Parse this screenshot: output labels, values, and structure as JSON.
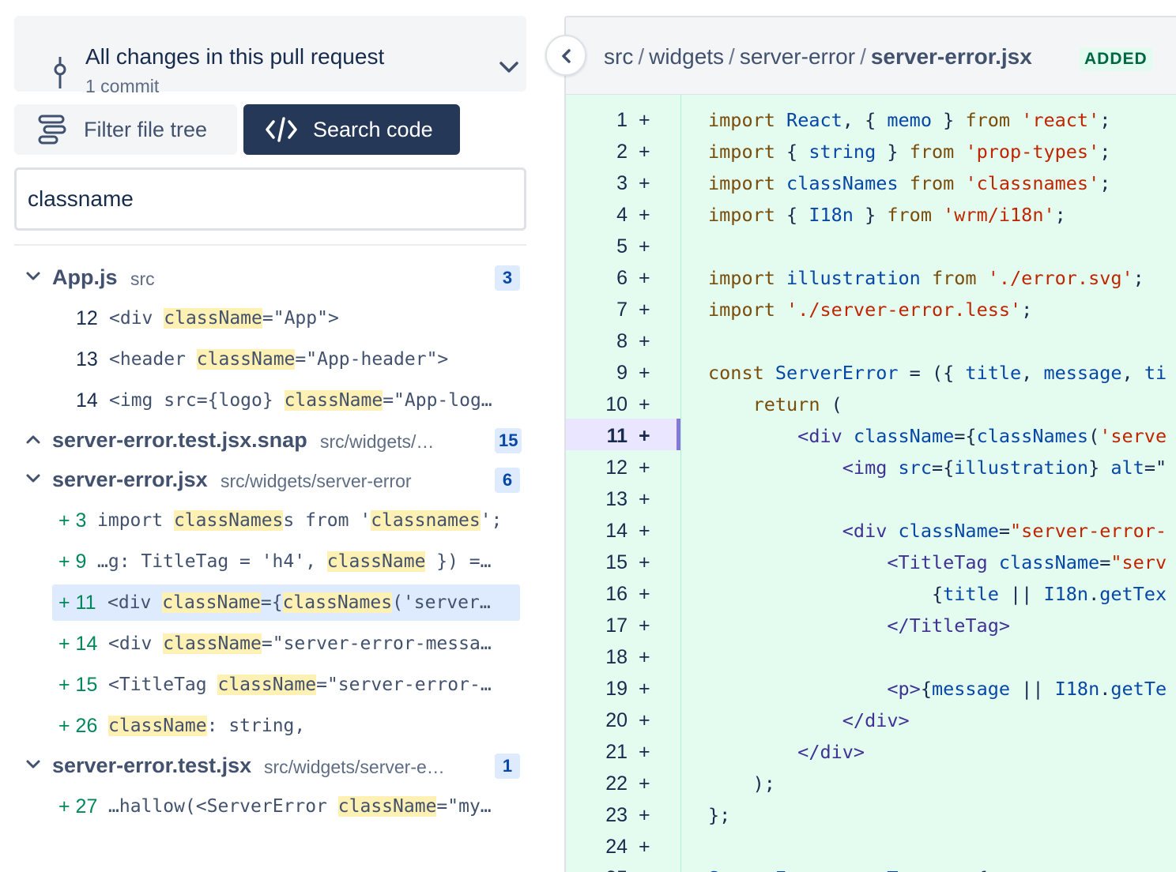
{
  "scope": {
    "title": "All changes in this pull request",
    "subtitle": "1 commit"
  },
  "toolbar": {
    "filter_label": "Filter file tree",
    "search_label": "Search code"
  },
  "search": {
    "value": "classname"
  },
  "results": [
    {
      "name": "App.js",
      "path": "src",
      "count": "3",
      "expanded": true,
      "matches": [
        {
          "ln": "12",
          "added": false,
          "code": [
            [
              "<div ",
              ""
            ],
            [
              "className",
              "hl"
            ],
            [
              "=\"App\">",
              ""
            ]
          ]
        },
        {
          "ln": "13",
          "added": false,
          "code": [
            [
              "<header ",
              ""
            ],
            [
              "className",
              "hl"
            ],
            [
              "=\"App-header\">",
              ""
            ]
          ]
        },
        {
          "ln": "14",
          "added": false,
          "code": [
            [
              "<img src={logo} ",
              ""
            ],
            [
              "className",
              "hl"
            ],
            [
              "=\"App-log…",
              ""
            ]
          ]
        }
      ]
    },
    {
      "name": "server-error.test.jsx.snap",
      "path": "src/widgets/…",
      "count": "15",
      "expanded": false,
      "matches": []
    },
    {
      "name": "server-error.jsx",
      "path": "src/widgets/server-error",
      "count": "6",
      "expanded": true,
      "matches": [
        {
          "ln": "3",
          "added": true,
          "code": [
            [
              "import ",
              ""
            ],
            [
              "classNames",
              "hl"
            ],
            [
              "s from '",
              ""
            ],
            [
              "classnames",
              "hl"
            ],
            [
              "';",
              ""
            ]
          ]
        },
        {
          "ln": "9",
          "added": true,
          "code": [
            [
              "…g: TitleTag = 'h4', ",
              ""
            ],
            [
              "className",
              "hl"
            ],
            [
              " }) =…",
              ""
            ]
          ]
        },
        {
          "ln": "11",
          "added": true,
          "active": true,
          "code": [
            [
              "<div ",
              ""
            ],
            [
              "className",
              "hl"
            ],
            [
              "={",
              ""
            ],
            [
              "classNames",
              "hl"
            ],
            [
              "('server…",
              ""
            ]
          ]
        },
        {
          "ln": "14",
          "added": true,
          "code": [
            [
              "<div ",
              ""
            ],
            [
              "className",
              "hl"
            ],
            [
              "=\"server-error-messa…",
              ""
            ]
          ]
        },
        {
          "ln": "15",
          "added": true,
          "code": [
            [
              "<TitleTag ",
              ""
            ],
            [
              "className",
              "hl"
            ],
            [
              "=\"server-error-…",
              ""
            ]
          ]
        },
        {
          "ln": "26",
          "added": true,
          "code": [
            [
              "className",
              "hl"
            ],
            [
              ": string,",
              ""
            ]
          ]
        }
      ]
    },
    {
      "name": "server-error.test.jsx",
      "path": "src/widgets/server-e…",
      "count": "1",
      "expanded": true,
      "matches": [
        {
          "ln": "27",
          "added": true,
          "code": [
            [
              "…hallow(<ServerError ",
              ""
            ],
            [
              "className",
              "hl"
            ],
            [
              "=\"my…",
              ""
            ]
          ]
        }
      ]
    }
  ],
  "diff": {
    "breadcrumb": [
      "src",
      "widgets",
      "server-error"
    ],
    "file": "server-error.jsx",
    "status": "ADDED",
    "active_line": 11,
    "lines": [
      [
        [
          "import ",
          "kw"
        ],
        [
          "React",
          "id"
        ],
        [
          ", { ",
          ""
        ],
        [
          "memo",
          "id"
        ],
        [
          " } ",
          ""
        ],
        [
          "from ",
          "kw"
        ],
        [
          "'react'",
          "str"
        ],
        [
          ";",
          ""
        ]
      ],
      [
        [
          "import ",
          "kw"
        ],
        [
          "{ ",
          ""
        ],
        [
          "string",
          "id"
        ],
        [
          " } ",
          ""
        ],
        [
          "from ",
          "kw"
        ],
        [
          "'prop-types'",
          "str"
        ],
        [
          ";",
          ""
        ]
      ],
      [
        [
          "import ",
          "kw"
        ],
        [
          "classNames ",
          "id"
        ],
        [
          "from ",
          "kw"
        ],
        [
          "'classnames'",
          "str"
        ],
        [
          ";",
          ""
        ]
      ],
      [
        [
          "import ",
          "kw"
        ],
        [
          "{ ",
          ""
        ],
        [
          "I18n",
          "id"
        ],
        [
          " } ",
          ""
        ],
        [
          "from ",
          "kw"
        ],
        [
          "'wrm/i18n'",
          "str"
        ],
        [
          ";",
          ""
        ]
      ],
      [],
      [
        [
          "import ",
          "kw"
        ],
        [
          "illustration ",
          "id"
        ],
        [
          "from ",
          "kw"
        ],
        [
          "'./error.svg'",
          "str"
        ],
        [
          ";",
          ""
        ]
      ],
      [
        [
          "import ",
          "kw"
        ],
        [
          "'./server-error.less'",
          "str"
        ],
        [
          ";",
          ""
        ]
      ],
      [],
      [
        [
          "const ",
          "kw"
        ],
        [
          "ServerError",
          "id"
        ],
        [
          " = ({ ",
          ""
        ],
        [
          "title",
          "id"
        ],
        [
          ", ",
          ""
        ],
        [
          "message",
          "id"
        ],
        [
          ", ",
          ""
        ],
        [
          "ti",
          "id"
        ]
      ],
      [
        [
          "    return ",
          "kw"
        ],
        [
          "(",
          ""
        ]
      ],
      [
        [
          "        <div ",
          "tag"
        ],
        [
          "className",
          "id"
        ],
        [
          "={",
          ""
        ],
        [
          "classNames",
          "id"
        ],
        [
          "(",
          ""
        ],
        [
          "'serve",
          "str"
        ]
      ],
      [
        [
          "            <img ",
          "tag"
        ],
        [
          "src",
          "id"
        ],
        [
          "={",
          ""
        ],
        [
          "illustration",
          "id"
        ],
        [
          "} ",
          ""
        ],
        [
          "alt",
          "id"
        ],
        [
          "=\"",
          ""
        ]
      ],
      [],
      [
        [
          "            <div ",
          "tag"
        ],
        [
          "className",
          "id"
        ],
        [
          "=",
          ""
        ],
        [
          "\"server-error-",
          "str"
        ]
      ],
      [
        [
          "                <TitleTag ",
          "tag"
        ],
        [
          "className",
          "id"
        ],
        [
          "=",
          ""
        ],
        [
          "\"serv",
          "str"
        ]
      ],
      [
        [
          "                    {",
          ""
        ],
        [
          "title",
          "id"
        ],
        [
          " || ",
          ""
        ],
        [
          "I18n",
          "id"
        ],
        [
          ".",
          ""
        ],
        [
          "getTex",
          "id"
        ]
      ],
      [
        [
          "                </TitleTag>",
          "tag"
        ]
      ],
      [],
      [
        [
          "                <p>",
          "tag"
        ],
        [
          "{",
          ""
        ],
        [
          "message",
          "id"
        ],
        [
          " || ",
          ""
        ],
        [
          "I18n",
          "id"
        ],
        [
          ".",
          ""
        ],
        [
          "getTe",
          "id"
        ]
      ],
      [
        [
          "            </div>",
          "tag"
        ]
      ],
      [
        [
          "        </div>",
          "tag"
        ]
      ],
      [
        [
          "    );",
          ""
        ]
      ],
      [
        [
          "};",
          ""
        ]
      ],
      [],
      [
        [
          "ServerError",
          "id"
        ],
        [
          ".",
          ""
        ],
        [
          "propTypes",
          "id"
        ],
        [
          " = {",
          ""
        ]
      ]
    ]
  },
  "colors": {
    "accent_dark": "#253858",
    "added_bg": "#e3fcef",
    "highlight": "#fff0b3",
    "active_marker": "#8777d9",
    "count_bg": "#deebff"
  },
  "icons": [
    "commit-icon",
    "chevron-down-icon",
    "filter-tree-icon",
    "code-icon",
    "chevron-left-icon",
    "expand-chevron-icon",
    "collapse-chevron-icon"
  ]
}
